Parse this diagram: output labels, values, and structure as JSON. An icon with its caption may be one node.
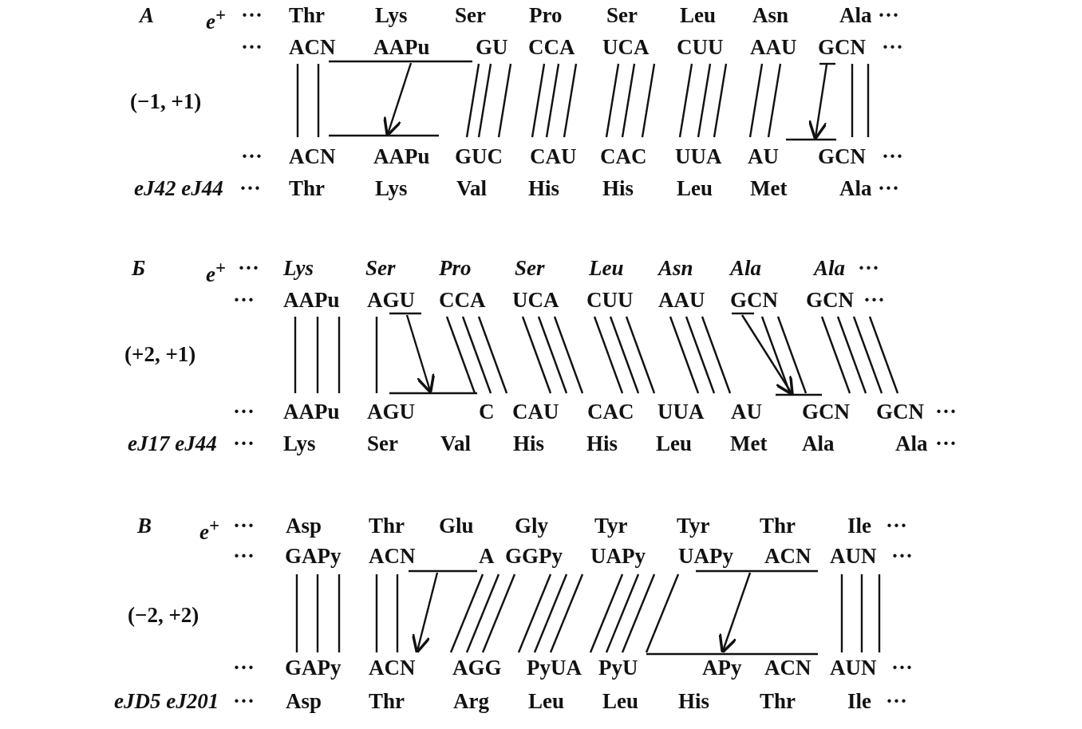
{
  "diagram": {
    "labels": [
      "A",
      "e$^{+}$",
      "···",
      "Thr",
      "Lys",
      "Ser",
      "Pro",
      "Ser",
      "Leu",
      "Asn",
      "Ala",
      "···",
      "···",
      "ACN",
      "AAPu",
      "GU",
      "CCA",
      "UCA",
      "CUU",
      "AAU",
      "GCN",
      "···",
      "(−1, +1)",
      "···",
      "ACN",
      "AAPu",
      "GUC",
      "CAU",
      "CAC",
      "UUA",
      "AU",
      "GCN",
      "···",
      "eJ42 eJ44",
      "···",
      "Thr",
      "Lys",
      "Val",
      "His",
      "His",
      "Leu",
      "Met",
      "Ala",
      "···",
      "Б",
      "e$^{+}$",
      "···",
      "Lys",
      "Ser",
      "Pro",
      "Ser",
      "Leu",
      "Asn",
      "Ala",
      "Ala",
      "···",
      "···",
      "AAPu",
      "AGU",
      "CCA",
      "UCA",
      "CUU",
      "AAU",
      "GCN",
      "GCN",
      "···",
      "(+2, +1)",
      "···",
      "AAPu",
      "AGU",
      "C",
      "CAU",
      "CAC",
      "UUA",
      "AU",
      "GCN",
      "GCN",
      "···",
      "eJ17 eJ44",
      "···",
      "Lys",
      "Ser",
      "Val",
      "His",
      "His",
      "Leu",
      "Met",
      "Ala",
      "Ala",
      "···",
      "B",
      "e$^{+}$",
      "···",
      "Asp",
      "Thr",
      "Glu",
      "Gly",
      "Tyr",
      "Tyr",
      "Thr",
      "Ile",
      "···",
      "···",
      "GAPy",
      "ACN",
      "A",
      "GGPy",
      "UAPy",
      "UAPy",
      "ACN",
      "AUN",
      "···",
      "(−2, +2)",
      "···",
      "GAPy",
      "ACN",
      "AGG",
      "PyUA",
      "PyU",
      "APy",
      "ACN",
      "AUN",
      "···",
      "eJD5 eJ201",
      "···",
      "Asp",
      "Thr",
      "Arg",
      "Leu",
      "Leu",
      "His",
      "Thr",
      "Ile",
      "···"
    ]
  }
}
